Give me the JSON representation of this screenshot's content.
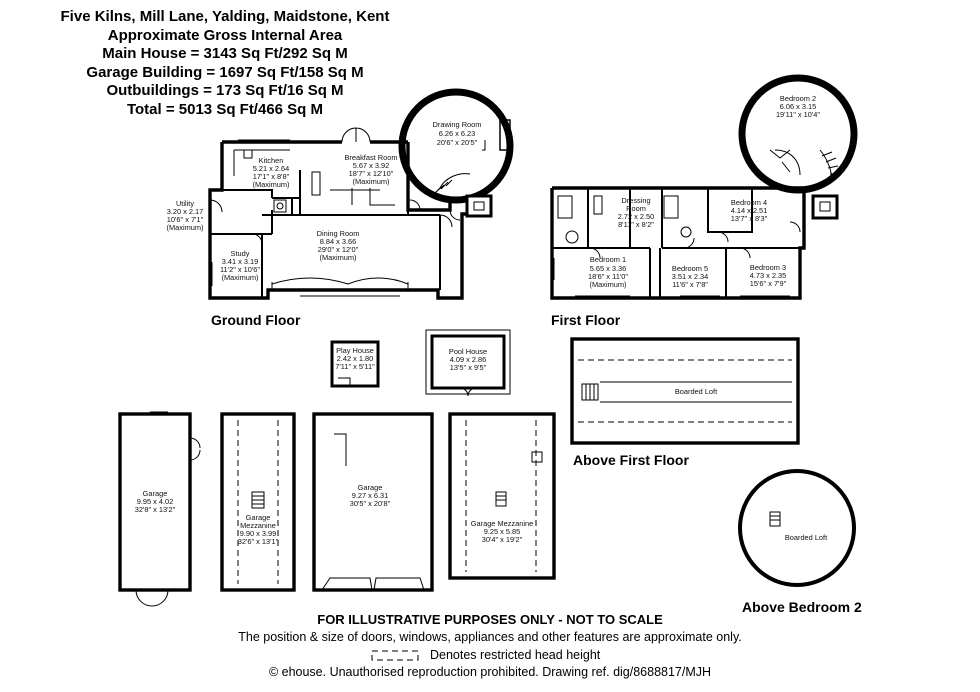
{
  "header": {
    "address": "Five Kilns, Mill Lane, Yalding, Maidstone, Kent",
    "area_title": "Approximate Gross Internal Area",
    "main_house": "Main House = 3143 Sq Ft/292 Sq M",
    "garage_building": "Garage Building = 1697 Sq Ft/158 Sq M",
    "outbuildings": "Outbuildings = 173 Sq Ft/16 Sq M",
    "total": "Total = 5013 Sq Ft/466 Sq M"
  },
  "floors": {
    "ground": "Ground Floor",
    "first": "First Floor",
    "above_first": "Above First Floor",
    "above_bedroom2": "Above Bedroom 2"
  },
  "rooms": {
    "drawing": {
      "name": "Drawing Room",
      "metric": "6.26 x 6.23",
      "imperial": "20'6\" x 20'5\""
    },
    "kitchen": {
      "name": "Kitchen",
      "metric": "5.21 x 2.64",
      "imperial": "17'1\" x 8'8\"",
      "note": "(Maximum)"
    },
    "breakfast": {
      "name": "Breakfast Room",
      "metric": "5.67 x 3.92",
      "imperial": "18'7\" x 12'10\"",
      "note": "(Maximum)"
    },
    "utility": {
      "name": "Utility",
      "metric": "3.20 x 2.17",
      "imperial": "10'6\" x 7'1\"",
      "note": "(Maximum)"
    },
    "study": {
      "name": "Study",
      "metric": "3.41 x 3.19",
      "imperial": "11'2\" x 10'6\"",
      "note": "(Maximum)"
    },
    "dining": {
      "name": "Dining Room",
      "metric": "8.84 x 3.66",
      "imperial": "29'0\" x 12'0\"",
      "note": "(Maximum)"
    },
    "bedroom2": {
      "name": "Bedroom 2",
      "metric": "6.06 x 3.15",
      "imperial": "19'11\" x 10'4\""
    },
    "dressing": {
      "name": "Dressing",
      "name2": "Room",
      "metric": "2.72 x 2.50",
      "imperial": "8'11\" x 8'2\""
    },
    "bedroom4": {
      "name": "Bedroom 4",
      "metric": "4.14 x 2.51",
      "imperial": "13'7\" x 8'3\""
    },
    "bedroom1": {
      "name": "Bedroom 1",
      "metric": "5.65 x 3.36",
      "imperial": "18'6\" x 11'0\"",
      "note": "(Maximum)"
    },
    "bedroom5": {
      "name": "Bedroom 5",
      "metric": "3.51 x 2.34",
      "imperial": "11'6\" x 7'8\""
    },
    "bedroom3": {
      "name": "Bedroom 3",
      "metric": "4.73 x 2.35",
      "imperial": "15'6\" x 7'9\""
    },
    "playhouse": {
      "name": "Play House",
      "metric": "2.42 x 1.80",
      "imperial": "7'11\" x 5'11\""
    },
    "poolhouse": {
      "name": "Pool House",
      "metric": "4.09 x 2.86",
      "imperial": "13'5\" x 9'5\""
    },
    "garage1": {
      "name": "Garage",
      "metric": "9.95 x 4.02",
      "imperial": "32'8\" x 13'2\""
    },
    "mezz1": {
      "name": "Garage",
      "name2": "Mezzanine",
      "metric": "9.90 x 3.99",
      "imperial": "32'6\" x 13'1\""
    },
    "garage2": {
      "name": "Garage",
      "metric": "9.27 x 6.31",
      "imperial": "30'5\" x 20'8\""
    },
    "mezz2": {
      "name": "Garage Mezzanine",
      "metric": "9.25 x 5.85",
      "imperial": "30'4\" x 19'2\""
    },
    "loft1": {
      "name": "Boarded Loft"
    },
    "loft2": {
      "name": "Boarded Loft"
    }
  },
  "footer": {
    "disclaimer": "FOR ILLUSTRATIVE PURPOSES ONLY - NOT TO SCALE",
    "note": "The position & size of doors, windows, appliances and other features are approximate only.",
    "legend": "Denotes restricted head height",
    "copyright": "© ehouse. Unauthorised reproduction prohibited. Drawing ref. dig/8688817/MJH"
  }
}
